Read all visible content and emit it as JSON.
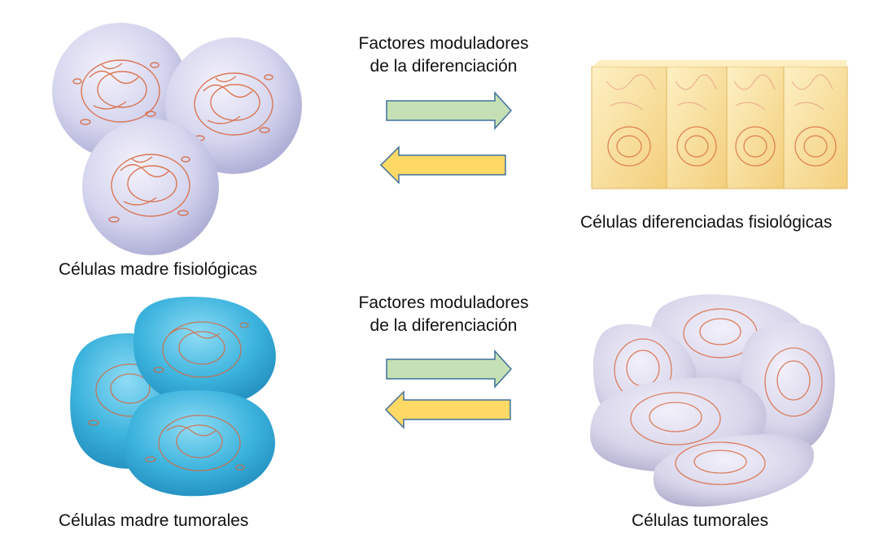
{
  "top": {
    "modulators_line1": "Factores moduladores",
    "modulators_line2": "de la diferenciación",
    "left_caption": "Células madre fisiológicas",
    "right_caption": "Células diferenciadas fisiológicas"
  },
  "bottom": {
    "modulators_line1": "Factores moduladores",
    "modulators_line2": "de la diferenciación",
    "left_caption": "Células madre tumorales",
    "right_caption": "Células tumorales"
  },
  "colors": {
    "forward_arrow": "#c5e0b4",
    "backward_arrow": "#ffd966",
    "stem_cell": "#d4d4ee",
    "diff_cell": "#fbe3a0",
    "tumor_stem_cell": "#3bb3dd",
    "tumor_cell": "#d8d5ea",
    "organelle": "#d8643a"
  }
}
